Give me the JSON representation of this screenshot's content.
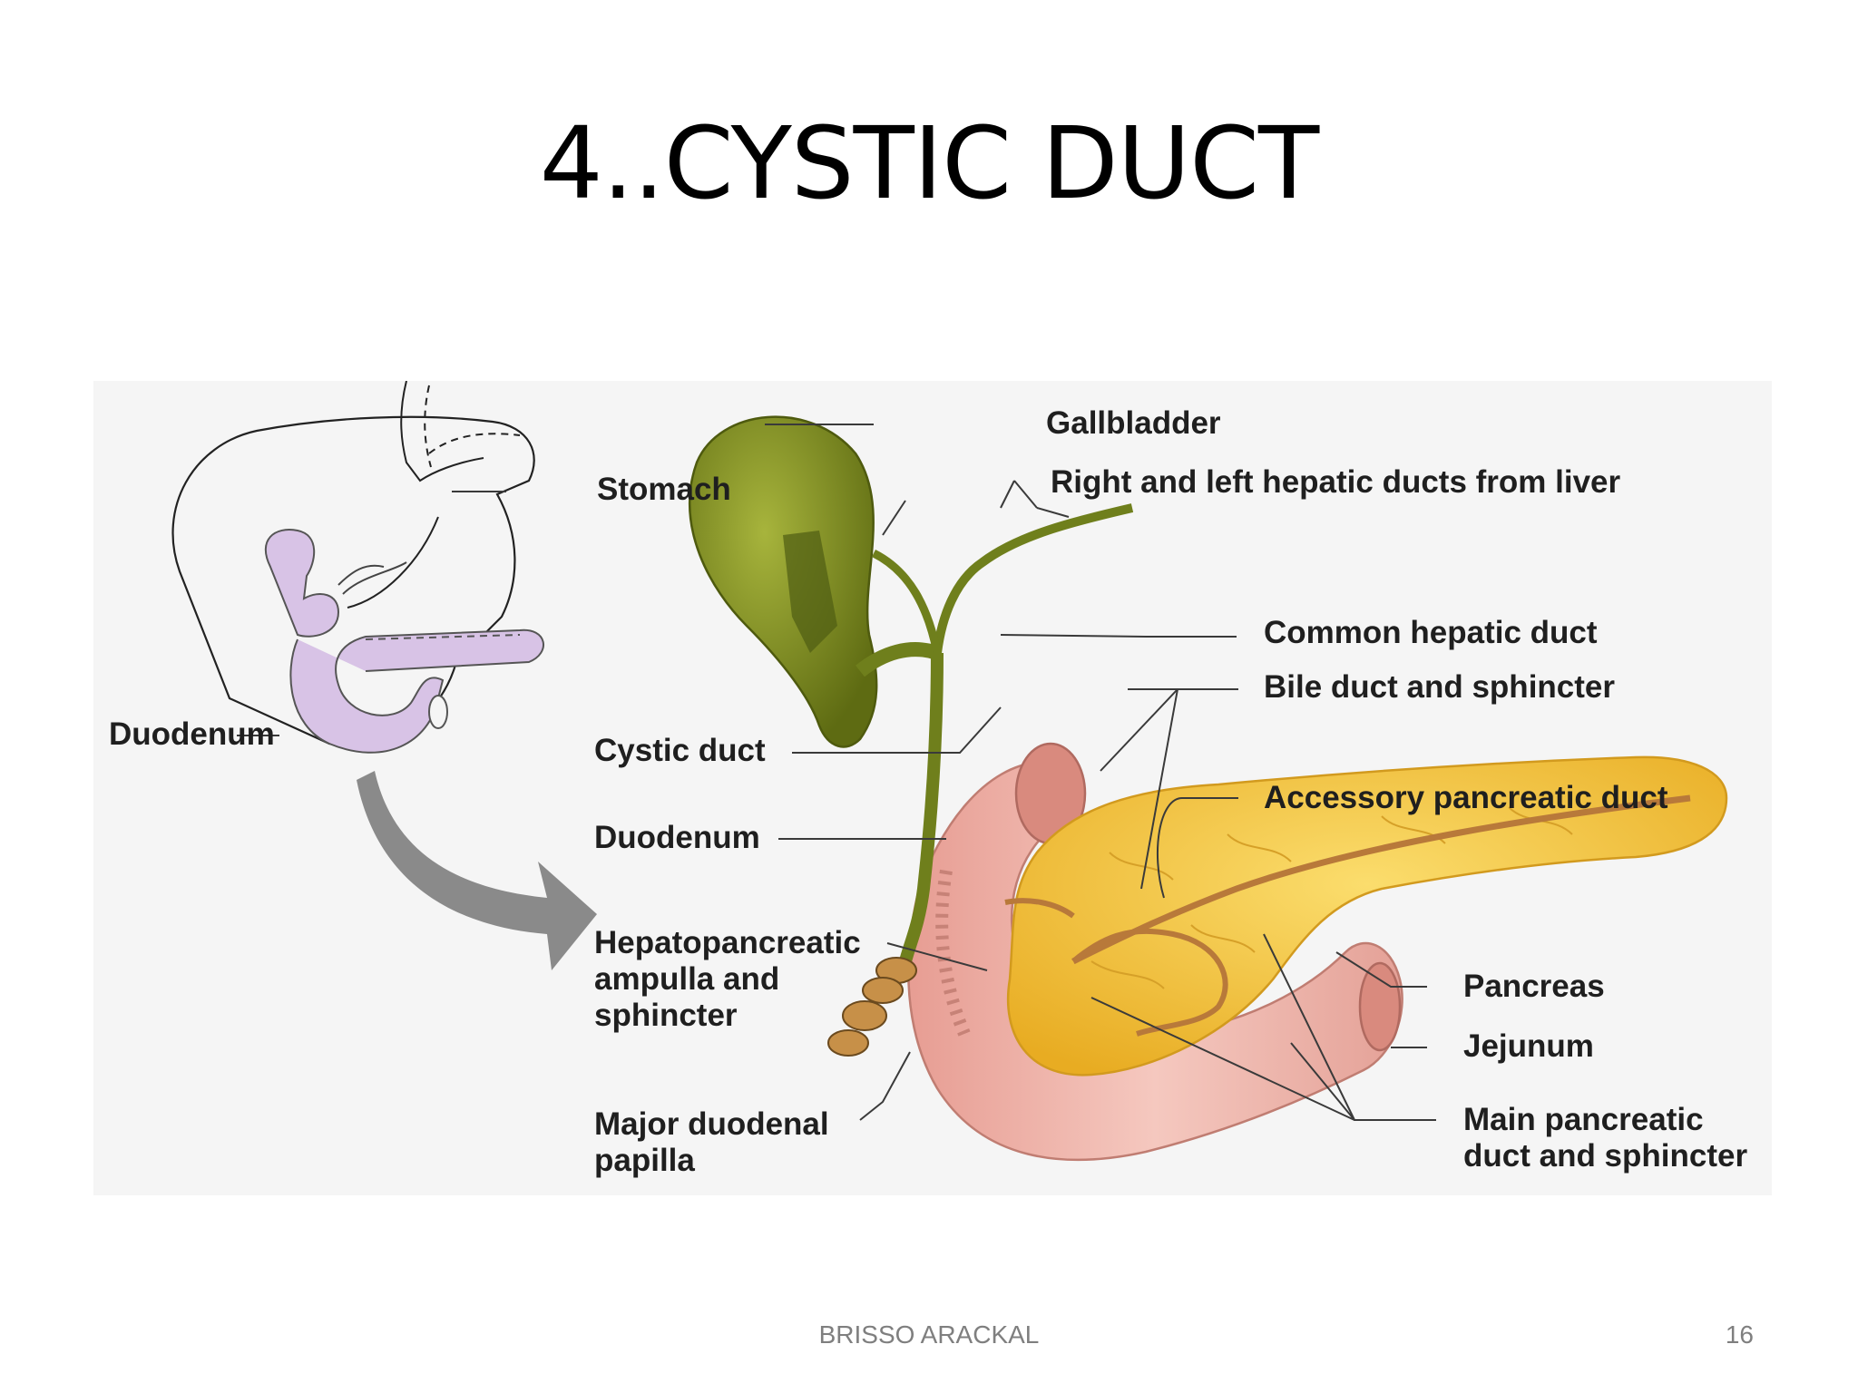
{
  "slide": {
    "title": "4..CYSTIC DUCT",
    "footer_author": "BRISSO ARACKAL",
    "page_number": "16"
  },
  "figure": {
    "labels": {
      "stomach": "Stomach",
      "duodenum_small": "Duodenum",
      "gallbladder": "Gallbladder",
      "hepatic_ducts": "Right and left hepatic ducts from liver",
      "common_hepatic": "Common hepatic duct",
      "bile_duct": "Bile duct and sphincter",
      "cystic_duct": "Cystic duct",
      "accessory_duct": "Accessory pancreatic duct",
      "duodenum": "Duodenum",
      "hepato_line1": "Hepatopancreatic",
      "hepato_line2": "ampulla and",
      "hepato_line3": "sphincter",
      "pancreas": "Pancreas",
      "jejunum": "Jejunum",
      "papilla_line1": "Major duodenal",
      "papilla_line2": "papilla",
      "main_duct_line1": "Main pancreatic",
      "main_duct_line2": "duct and sphincter"
    },
    "colors": {
      "background": "#f5f5f5",
      "gallbladder": "#7c8c1e",
      "pancreas": "#f3c33c",
      "duodenum": "#eab0a6",
      "small_duodenum": "#d8c3e6",
      "duct": "#b8793a",
      "arrow": "#8a8a8a"
    }
  }
}
